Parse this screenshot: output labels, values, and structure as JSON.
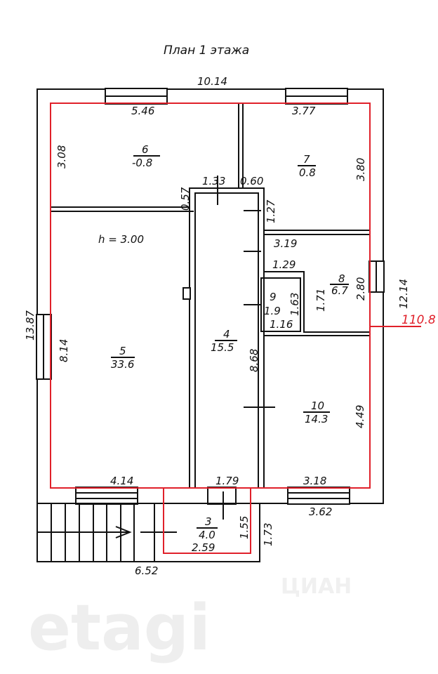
{
  "title": "План 1 этажа",
  "total_area": "110.8",
  "ceiling_height": "h = 3.00",
  "watermarks": [
    "etagi",
    "ЦИАН"
  ],
  "rooms": [
    {
      "number": "3",
      "area": "4.0"
    },
    {
      "number": "4",
      "area": "15.5"
    },
    {
      "number": "5",
      "area": "33.6"
    },
    {
      "number": "6",
      "area": "-0.8"
    },
    {
      "number": "7",
      "area": "0.8"
    },
    {
      "number": "8",
      "area": "6.7"
    },
    {
      "number": "9",
      "area": "1.9"
    },
    {
      "number": "10",
      "area": "14.3"
    }
  ],
  "dimensions": {
    "outer_top": "10.14",
    "outer_left": "13.87",
    "outer_right": "12.14",
    "room6_width": "5.46",
    "room6_height": "3.08",
    "room7_width": "3.77",
    "room7_height": "3.80",
    "corr_top": "1.33",
    "corr_step": "0.60",
    "corr_left": "0.57",
    "corr_a": "1.27",
    "room8_width": "3.19",
    "room8_b": "1.29",
    "room8_height": "2.80",
    "room8_c": "1.71",
    "room9_h": "1.63",
    "room9_w": "1.16",
    "corr_len": "8.68",
    "room5_height": "8.14",
    "room5_width": "4.14",
    "corr_width": "1.79",
    "room10_width": "3.18",
    "room10_height": "4.49",
    "outer_right_bottom": "3.62",
    "porch_width": "2.59",
    "porch_height": "1.55",
    "porch_outer_h": "1.73",
    "porch_total": "6.52"
  }
}
